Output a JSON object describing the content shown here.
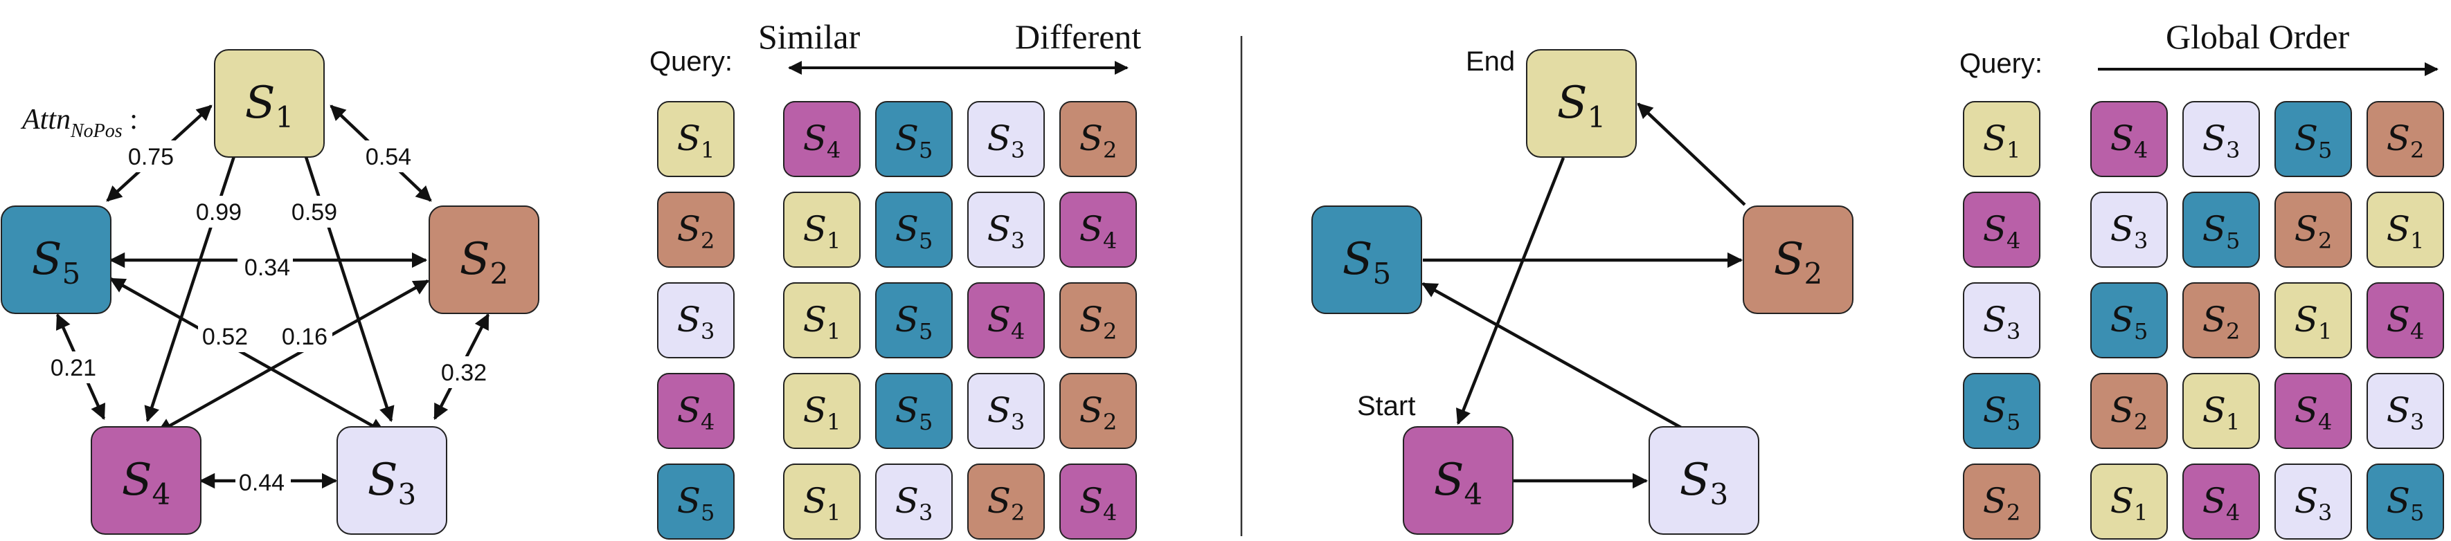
{
  "colors": {
    "S1": "#e3dca4",
    "S2": "#c58b73",
    "S3": "#e4e2f8",
    "S4": "#b960a8",
    "S5": "#3b8fb2",
    "stroke": "#222222"
  },
  "nodes": {
    "S1": {
      "letter": "S",
      "sub": "1"
    },
    "S2": {
      "letter": "S",
      "sub": "2"
    },
    "S3": {
      "letter": "S",
      "sub": "3"
    },
    "S4": {
      "letter": "S",
      "sub": "4"
    },
    "S5": {
      "letter": "S",
      "sub": "5"
    }
  },
  "panel1": {
    "attn_label": {
      "main": "Attn",
      "sub": "NoPos",
      "suffix": " :"
    },
    "edge_weights": {
      "s1_s5": "0.75",
      "s1_s2": "0.54",
      "s5_s2": "0.34",
      "s1_s4": "0.99",
      "s1_s3": "0.59",
      "s5_s3": "0.52",
      "s4_s2": "0.16",
      "s5_s4": "0.21",
      "s2_s3": "0.32",
      "s4_s3": "0.44"
    }
  },
  "panel2": {
    "query_label": "Query:",
    "similar_label": "Similar",
    "different_label": "Different",
    "rows": [
      {
        "query": "S1",
        "ranked": [
          "S4",
          "S5",
          "S3",
          "S2"
        ]
      },
      {
        "query": "S2",
        "ranked": [
          "S1",
          "S5",
          "S3",
          "S4"
        ]
      },
      {
        "query": "S3",
        "ranked": [
          "S1",
          "S5",
          "S4",
          "S2"
        ]
      },
      {
        "query": "S4",
        "ranked": [
          "S1",
          "S5",
          "S3",
          "S2"
        ]
      },
      {
        "query": "S5",
        "ranked": [
          "S1",
          "S3",
          "S2",
          "S4"
        ]
      }
    ]
  },
  "panel3": {
    "end_label": "End",
    "start_label": "Start"
  },
  "panel4": {
    "query_label": "Query:",
    "global_order_label": "Global Order",
    "rows": [
      {
        "query": "S1",
        "ranked": [
          "S4",
          "S3",
          "S5",
          "S2"
        ]
      },
      {
        "query": "S4",
        "ranked": [
          "S3",
          "S5",
          "S2",
          "S1"
        ]
      },
      {
        "query": "S3",
        "ranked": [
          "S5",
          "S2",
          "S1",
          "S4"
        ]
      },
      {
        "query": "S5",
        "ranked": [
          "S2",
          "S1",
          "S4",
          "S3"
        ]
      },
      {
        "query": "S2",
        "ranked": [
          "S1",
          "S4",
          "S3",
          "S5"
        ]
      }
    ]
  }
}
